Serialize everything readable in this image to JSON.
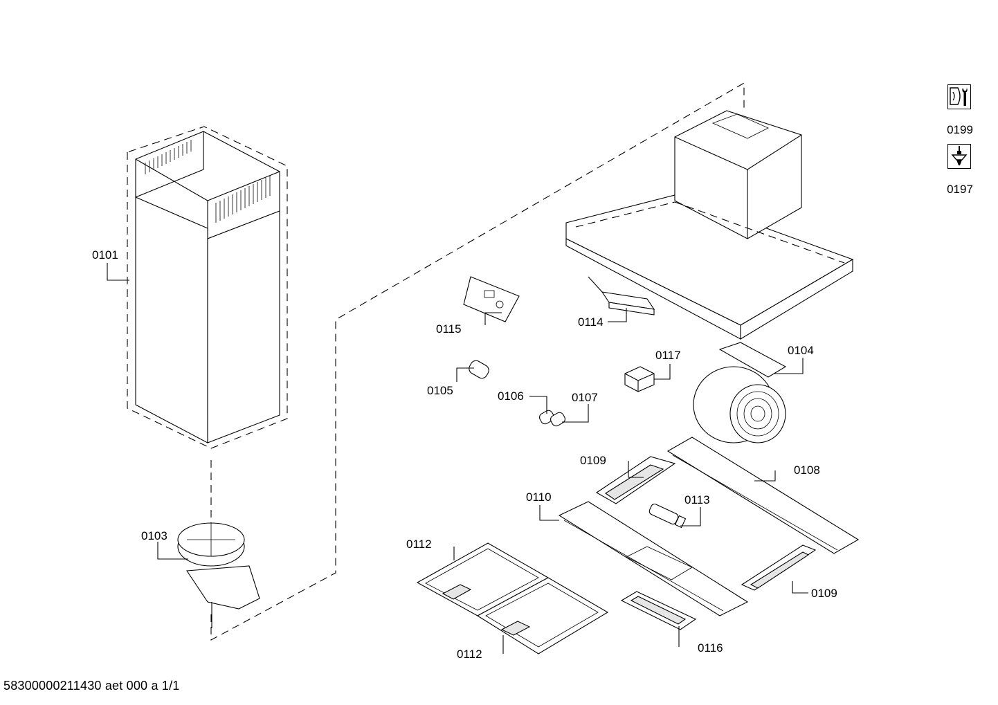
{
  "parts": {
    "p0101": "0101",
    "p0103": "0103",
    "p0104": "0104",
    "p0105": "0105",
    "p0106": "0106",
    "p0107": "0107",
    "p0108": "0108",
    "p0109a": "0109",
    "p0109b": "0109",
    "p0110": "0110",
    "p0112a": "0112",
    "p0112b": "0112",
    "p0113": "0113",
    "p0114": "0114",
    "p0115": "0115",
    "p0116": "0116",
    "p0117": "0117"
  },
  "legend": {
    "tools_label": "0199",
    "tools_icon": "wrench-screwdriver-icon",
    "fastener_label": "0197",
    "fastener_icon": "screw-icon"
  },
  "footer": "58300000211430 aet 000 a 1/1"
}
